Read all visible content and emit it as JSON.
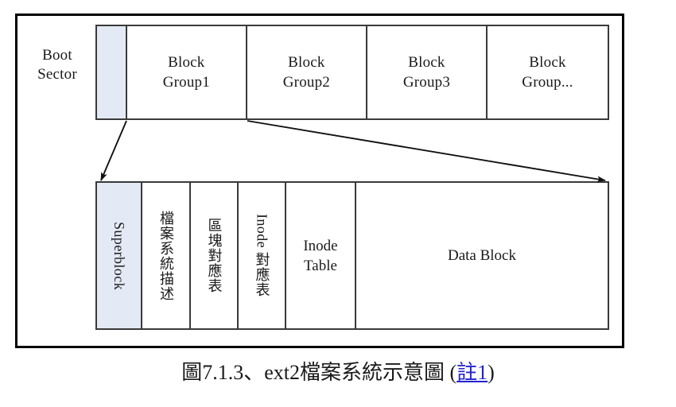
{
  "figure": {
    "caption_prefix": "圖7.1.3、ext2檔案系統示意圖 (",
    "caption_link": "註1",
    "caption_suffix": ")",
    "side_label": {
      "line1": "Boot",
      "line2": "Sector"
    }
  },
  "colors": {
    "highlight_fill": "#e3eaf5",
    "cell_border": "#3a3a3a",
    "frame_border": "#000000",
    "link": "#2222cc",
    "text": "#1a1a1a"
  },
  "disk_layout_row": {
    "cells": [
      {
        "id": "boot-sector",
        "label": "",
        "highlight": true
      },
      {
        "id": "block-group-1",
        "line1": "Block",
        "line2": "Group1",
        "highlight": false
      },
      {
        "id": "block-group-2",
        "line1": "Block",
        "line2": "Group2",
        "highlight": false
      },
      {
        "id": "block-group-3",
        "line1": "Block",
        "line2": "Group3",
        "highlight": false
      },
      {
        "id": "block-group-more",
        "line1": "Block",
        "line2": "Group...",
        "highlight": false
      }
    ]
  },
  "block_group_detail_row": {
    "cells": [
      {
        "id": "superblock",
        "label": "Superblock",
        "orientation": "vertical-latin",
        "highlight": true
      },
      {
        "id": "filesystem-description",
        "label": "檔案系統描述",
        "orientation": "vertical-cjk",
        "highlight": false
      },
      {
        "id": "block-bitmap",
        "label": "區塊對應表",
        "orientation": "vertical-cjk",
        "highlight": false
      },
      {
        "id": "inode-bitmap",
        "label_latin": "Inode",
        "label_cjk": "對應表",
        "orientation": "vertical-mixed",
        "highlight": false
      },
      {
        "id": "inode-table",
        "line1": "Inode",
        "line2": "Table",
        "orientation": "horizontal",
        "highlight": false
      },
      {
        "id": "data-block",
        "label": "Data Block",
        "orientation": "horizontal",
        "highlight": false
      }
    ]
  },
  "connectors": [
    {
      "id": "left-expand-arrow",
      "from": "block-group-1-left",
      "to": "detail-row-left"
    },
    {
      "id": "right-expand-arrow",
      "from": "block-group-1-right",
      "to": "detail-row-right"
    }
  ]
}
